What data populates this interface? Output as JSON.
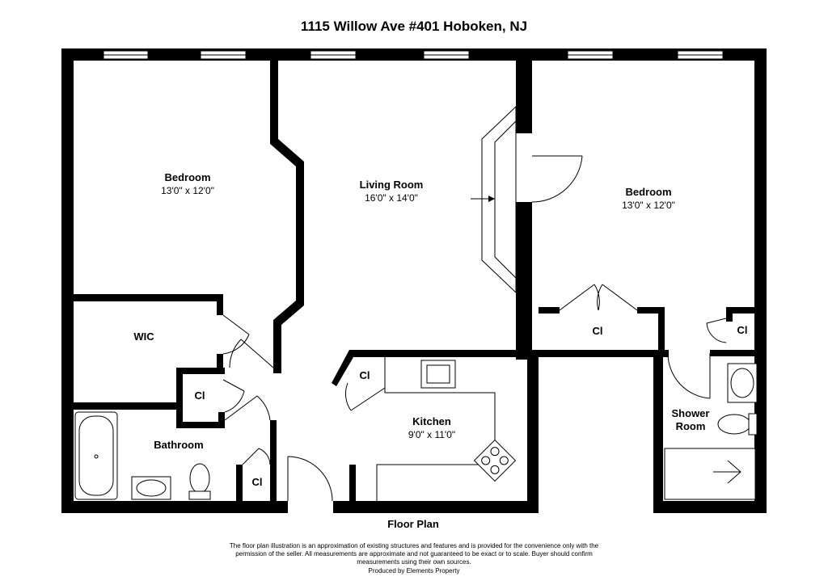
{
  "title": "1115 Willow Ave #401 Hoboken, NJ",
  "rooms": {
    "bedroom_left": {
      "name": "Bedroom",
      "dims": "13'0\" x 12'0\""
    },
    "living_room": {
      "name": "Living Room",
      "dims": "16'0\" x 14'0\""
    },
    "bedroom_right": {
      "name": "Bedroom",
      "dims": "13'0\" x 12'0\""
    },
    "wic": {
      "name": "WIC"
    },
    "closet_hall": {
      "name": "Cl"
    },
    "closet_bath": {
      "name": "Cl"
    },
    "closet_kitchen": {
      "name": "Cl"
    },
    "closet_bedroom": {
      "name": "Cl"
    },
    "closet_shower": {
      "name": "Cl"
    },
    "kitchen": {
      "name": "Kitchen",
      "dims": "9'0\" x 11'0\""
    },
    "bathroom": {
      "name": "Bathroom"
    },
    "shower_room": {
      "line1": "Shower",
      "line2": "Room"
    }
  },
  "floor_plan_label": "Floor Plan",
  "disclaimer": {
    "line1": "The floor plan illustration is an approximation of existing structures and features and is provided for the convenience only with the",
    "line2": "permission of the seller. All measurements are approximate and not guaranteed to be exact or to scale. Buyer should confirm",
    "line3": "measurements using their own sources.",
    "line4": "Produced by Elements Property"
  }
}
